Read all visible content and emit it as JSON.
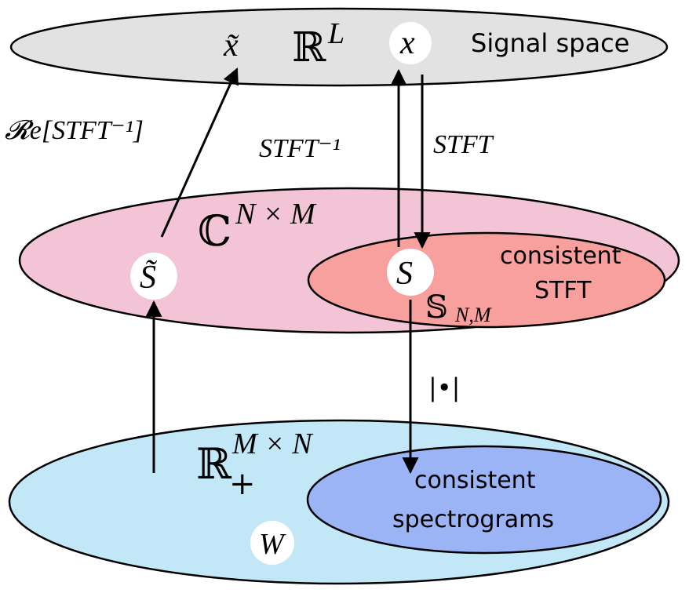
{
  "signal_space": {
    "label": "Signal space",
    "set_symbol": "ℝ",
    "set_superscript": "L",
    "x_tilde": "x̃",
    "x": "x"
  },
  "complex_space": {
    "set_symbol": "ℂ",
    "set_superscript": "N × M",
    "s_tilde": "S̃",
    "s": "S",
    "consistent_set_symbol": "𝕊",
    "consistent_set_subscript": "N,M",
    "consistent_label_line1": "consistent",
    "consistent_label_line2": "STFT"
  },
  "spectrogram_space": {
    "set_symbol": "ℝ",
    "set_superscript": "M × N",
    "set_subscript": "+",
    "consistent_label_line1": "consistent",
    "consistent_label_line2": "spectrograms",
    "w": "W"
  },
  "arrows": {
    "re_istft": "𝓡e[STFT⁻¹]",
    "istft": "STFT⁻¹",
    "stft": "STFT",
    "abs": "|•|"
  },
  "colors": {
    "signal_fill": "#e2e2e2",
    "complex_fill": "#f2c4d6",
    "consistent_stft_fill": "#f7a09e",
    "spectrogram_fill": "#c2e7f7",
    "consistent_spec_fill": "#9bb4f5"
  }
}
